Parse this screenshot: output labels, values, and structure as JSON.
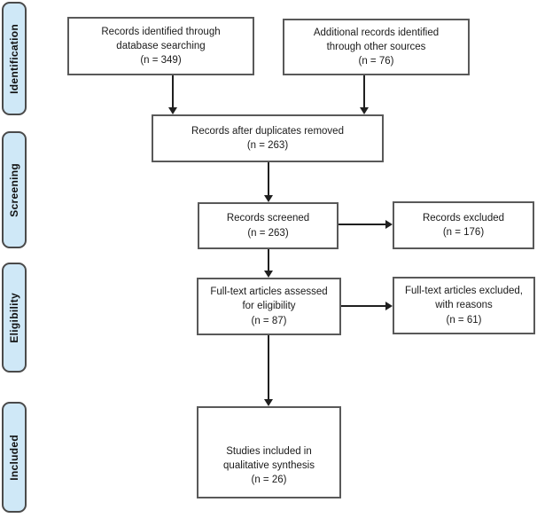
{
  "colors": {
    "stage_fill": "#cfe8f7",
    "stage_border": "#4a4a4a",
    "box_border": "#595959",
    "arrow": "#1f1f1f",
    "background": "#ffffff"
  },
  "stages": [
    {
      "label": "Identification"
    },
    {
      "label": "Screening"
    },
    {
      "label": "Eligibility"
    },
    {
      "label": "Included"
    }
  ],
  "boxes": {
    "database_records": "Records identified through\ndatabase searching\n(n = 349)",
    "other_sources": "Additional records identified\nthrough other sources\n(n = 76)",
    "after_duplicates": "Records after duplicates removed\n(n = 263)",
    "screened": "Records screened\n(n = 263)",
    "records_excluded": "Records excluded\n(n = 176)",
    "fulltext_assessed": "Full-text articles assessed\nfor eligibility\n(n = 87)",
    "fulltext_excluded": "Full-text articles excluded,\nwith reasons\n(n = 61)",
    "included_studies": "Studies included in\nqualitative synthesis\n(n = 26)"
  }
}
